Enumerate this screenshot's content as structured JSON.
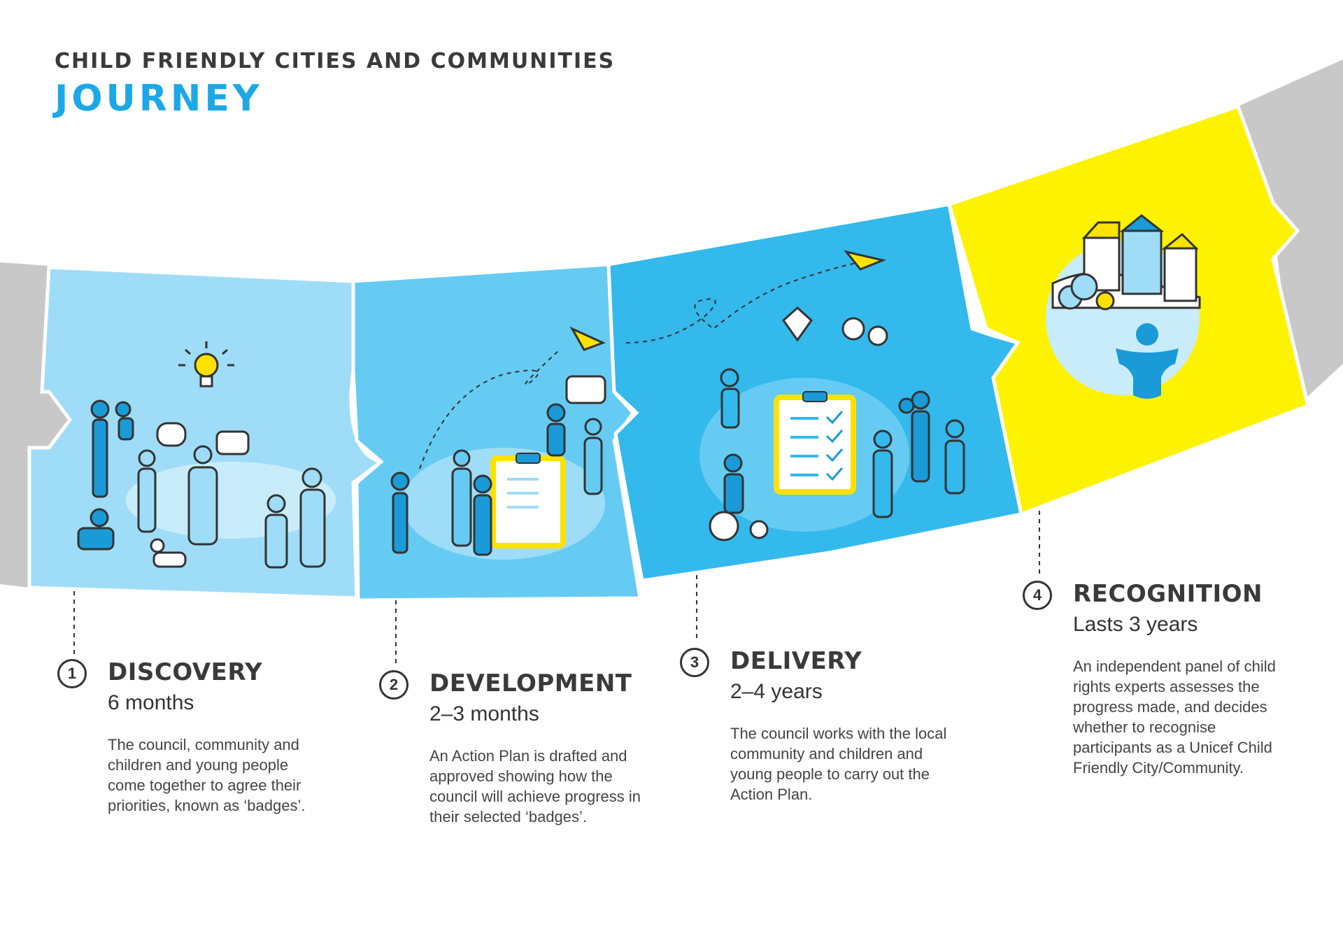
{
  "header": {
    "subtitle": "CHILD FRIENDLY CITIES AND COMMUNITIES",
    "title": "JOURNEY"
  },
  "colors": {
    "step1": "#9fdcf7",
    "step2": "#66cbf2",
    "step3": "#33b9ec",
    "step4": "#fdf200",
    "road": "#c8c8c8",
    "accent_blue": "#1ca8e6",
    "figure_blue": "#1a9bd7",
    "yellow": "#fde200"
  },
  "steps": [
    {
      "number": "1",
      "title": "DISCOVERY",
      "duration": "6 months",
      "description": "The council, community and children and young people come together to agree their priorities, known as ‘badges’.",
      "icon": "people-and-idea-icon"
    },
    {
      "number": "2",
      "title": "DEVELOPMENT",
      "duration": "2–3 months",
      "description": "An Action Plan is drafted and approved showing how the council will achieve progress in their selected ‘badges’.",
      "icon": "action-plan-clipboard-icon"
    },
    {
      "number": "3",
      "title": "DELIVERY",
      "duration": "2–4 years",
      "description": "The council works with the local community and children and young people to carry out the Action Plan.",
      "icon": "checked-clipboard-community-icon"
    },
    {
      "number": "4",
      "title": "RECOGNITION",
      "duration": "Lasts 3 years",
      "description": "An independent panel of child rights experts assesses the progress made, and decides whether to recognise participants as a Unicef Child Friendly City/Community.",
      "icon": "city-and-child-icon"
    }
  ]
}
